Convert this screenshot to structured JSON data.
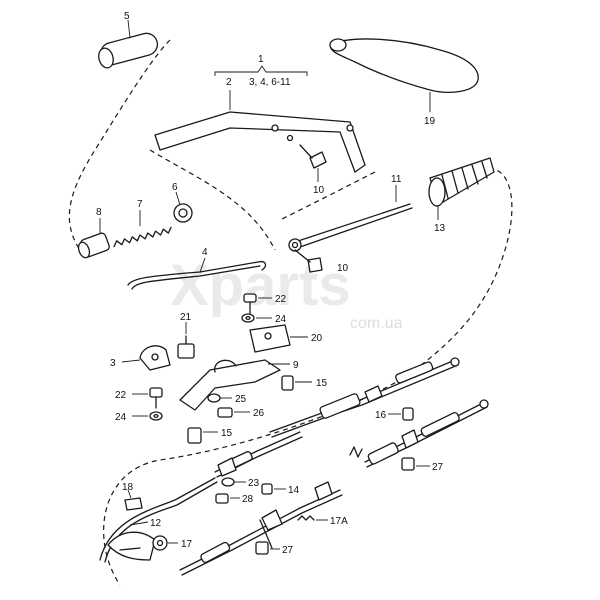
{
  "callouts": {
    "c1": "1",
    "c2": "2",
    "c3_4_6_11": "3, 4, 6-11",
    "c3": "3",
    "c4": "4",
    "c5": "5",
    "c6": "6",
    "c7": "7",
    "c8": "8",
    "c10a": "10",
    "c10b": "10",
    "c11": "11",
    "c12": "12",
    "c13": "13",
    "c14": "14",
    "c15a": "15",
    "c15b": "15",
    "c16": "16",
    "c17": "17",
    "c17a": "17A",
    "c18": "18",
    "c19": "19",
    "c20": "20",
    "c21": "21",
    "c22a": "22",
    "c22b": "22",
    "c23": "23",
    "c24a": "24",
    "c24b": "24",
    "c25": "25",
    "c26": "26",
    "c27a": "27",
    "c27b": "27",
    "c28": "28",
    "c9": "9"
  },
  "watermark": {
    "brand": "Xparts",
    "domain": "com.ua"
  }
}
